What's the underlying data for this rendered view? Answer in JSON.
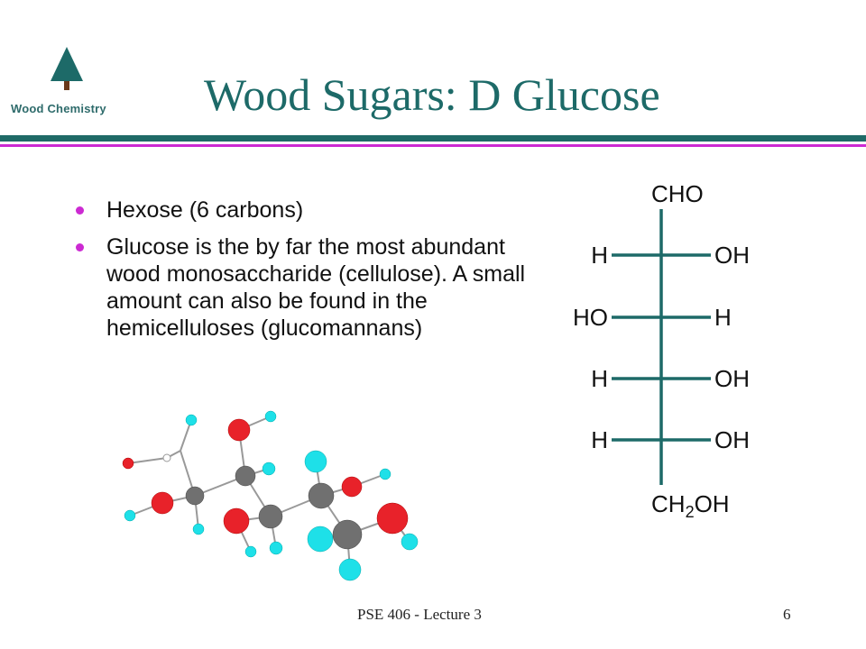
{
  "logo": {
    "text": "Wood Chemistry",
    "icon": "tree-icon"
  },
  "title": "Wood Sugars: D Glucose",
  "bullets": [
    {
      "text": "Hexose (6 carbons)"
    },
    {
      "text": "Glucose is the by far the most abundant wood monosaccharide (cellulose).  A small amount can also be found in the hemicelluloses (glucomannans)"
    }
  ],
  "fischer": {
    "top": "CHO",
    "rows": [
      {
        "left": "H",
        "right": "OH"
      },
      {
        "left": "HO",
        "right": "H"
      },
      {
        "left": "H",
        "right": "OH"
      },
      {
        "left": "H",
        "right": "OH"
      }
    ],
    "bottom": {
      "pre": "CH",
      "sub": "2",
      "post": "OH"
    }
  },
  "footer": {
    "lecture": "PSE 406 - Lecture 3",
    "page": "6"
  },
  "colors": {
    "title": "#1d6a68",
    "rule_teal": "#1f6a67",
    "rule_magenta": "#cc2ad2",
    "bullet": "#cc2ad2",
    "fischer_line": "#1d6a68",
    "atom_oxygen": "#e8222a",
    "atom_carbon": "#707070",
    "atom_hydrogen": "#1ee0e8"
  }
}
